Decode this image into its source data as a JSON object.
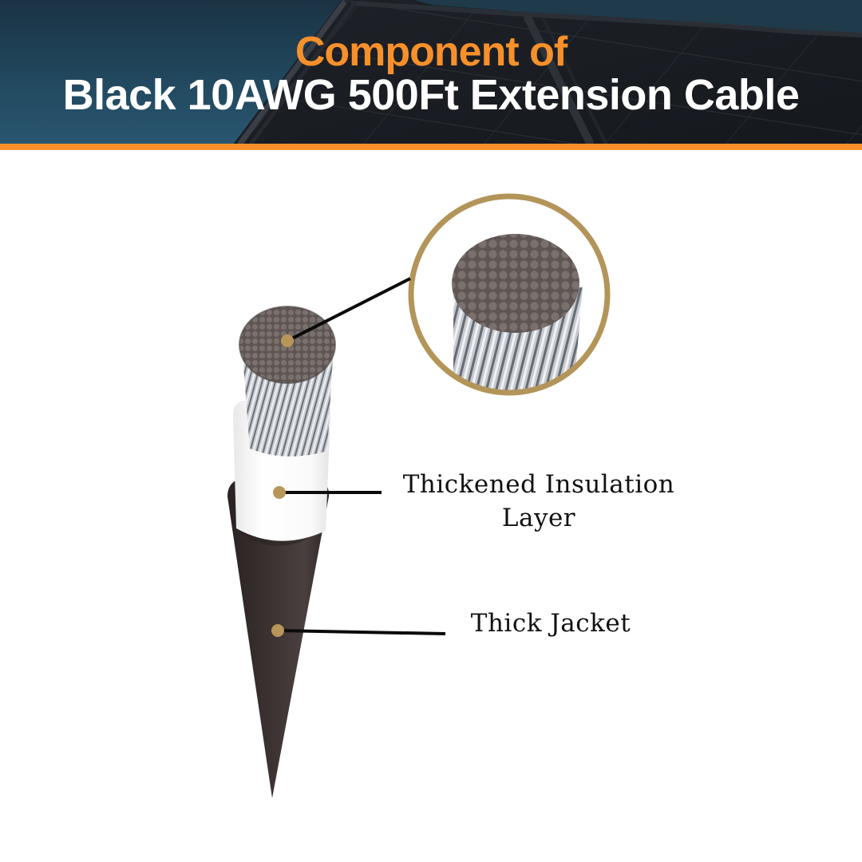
{
  "header": {
    "title_line1": "Component of",
    "title_line2": "Black 10AWG 500Ft Extension Cable",
    "accent_color": "#f7902a",
    "title_color": "#ffffff",
    "background": "solar-panel-roof-photo"
  },
  "diagram": {
    "subject": "cable-cross-section",
    "callouts": [
      {
        "id": "conductor",
        "label": "",
        "pointer": "magnified-circle"
      },
      {
        "id": "insulation",
        "label_line1": "Thickened Insulation",
        "label_line2": "Layer"
      },
      {
        "id": "jacket",
        "label": "Thick Jacket"
      }
    ],
    "colors": {
      "callout_dot": "#b8965a",
      "magnifier_ring": "#b39559",
      "leader_line": "#0a0a0a",
      "jacket": "#3a3030",
      "insulation": "#f7f7f7",
      "strand_ends": "#6b6260"
    }
  }
}
